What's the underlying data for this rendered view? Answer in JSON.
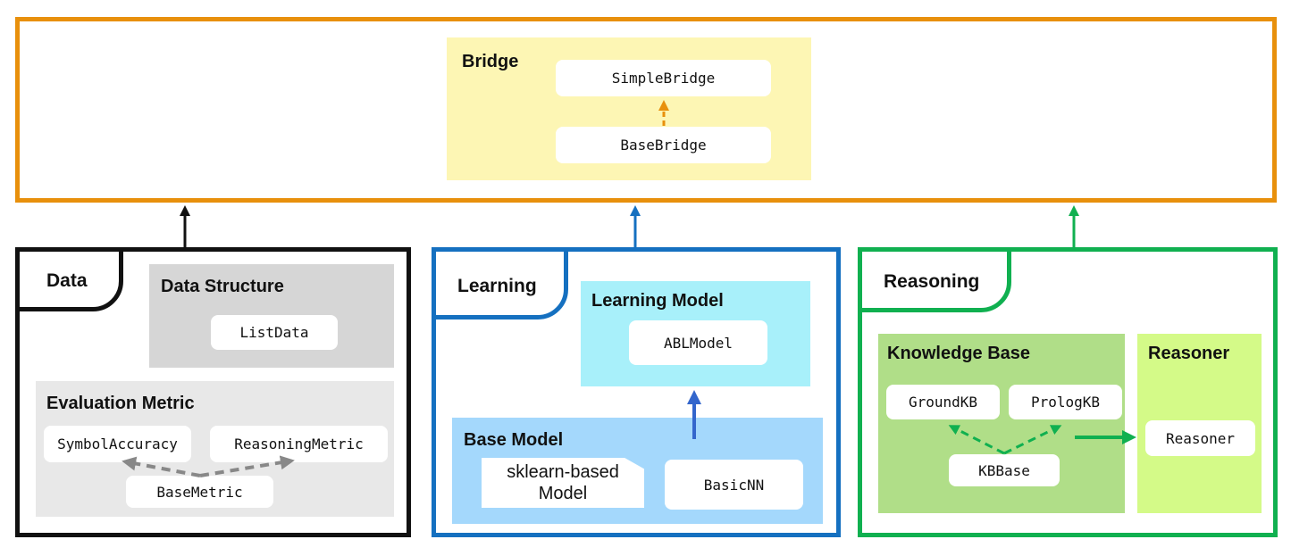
{
  "bridge": {
    "group_title": "Bridge",
    "nodes": {
      "simple": "SimpleBridge",
      "base": "BaseBridge"
    }
  },
  "data": {
    "tab_label": "Data",
    "structure": {
      "title": "Data Structure",
      "node": "ListData"
    },
    "metric": {
      "title": "Evaluation Metric",
      "nodes": {
        "symbol": "SymbolAccuracy",
        "reasoning": "ReasoningMetric",
        "base": "BaseMetric"
      }
    }
  },
  "learning": {
    "tab_label": "Learning",
    "model": {
      "title": "Learning Model",
      "node": "ABLModel"
    },
    "base": {
      "title": "Base Model",
      "sklearn_line1": "sklearn-based",
      "sklearn_line2": "Model",
      "nn": "BasicNN"
    }
  },
  "reasoning": {
    "tab_label": "Reasoning",
    "kb": {
      "title": "Knowledge Base",
      "ground": "GroundKB",
      "prolog": "PrologKB",
      "base": "KBBase"
    },
    "reasoner": {
      "title": "Reasoner",
      "node": "Reasoner"
    }
  },
  "colors": {
    "bridge": "#E8900C",
    "data": "#111111",
    "learning": "#1570C0",
    "reasoning": "#10B050",
    "bridge_fill": "#FDF6B4",
    "structure_fill": "#D6D6D6",
    "metric_fill": "#E8E8E8",
    "learning_model_fill": "#A8F0FA",
    "base_model_fill": "#A4D8FC",
    "kb_fill": "#B0DE88",
    "reasoner_fill": "#D4FA88"
  }
}
